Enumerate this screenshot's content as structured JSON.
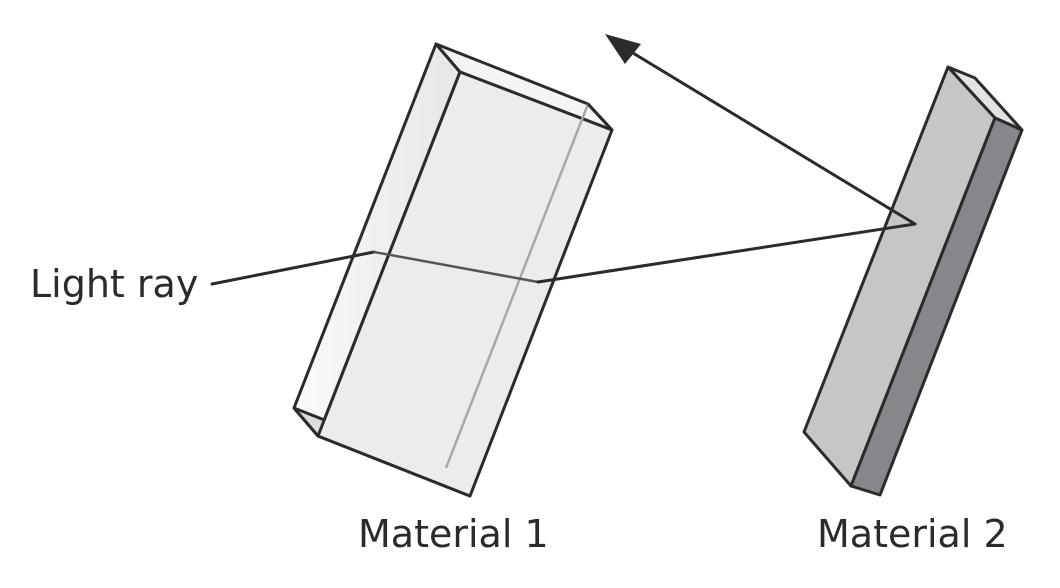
{
  "labels": {
    "light_ray": "Light ray",
    "material_1": "Material 1",
    "material_2": "Material 2"
  },
  "colors": {
    "outline": "#2b2b2b",
    "glass_face": "#ececec",
    "glass_side": "#f2f2f2",
    "mirror_front": "#c6c6c6",
    "mirror_side": "#85878a",
    "mirror_top": "#e3e3e3",
    "inner_edge": "#a8a8a8"
  },
  "icons": {
    "arrow": "arrowhead-icon"
  }
}
